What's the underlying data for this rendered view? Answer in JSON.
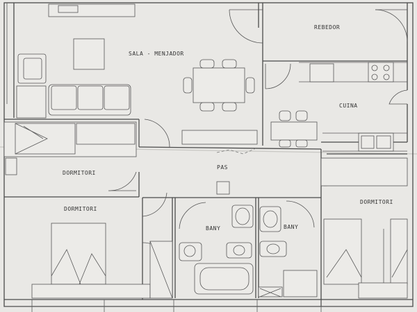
{
  "rooms": {
    "sala": "SALA - MENJADOR",
    "rebedor": "REBEDOR",
    "cuina": "CUINA",
    "dormitori_1": "DORMITORI",
    "pas": "PAS",
    "dormitori_2": "DORMITORI",
    "bany_1": "BANY",
    "bany_2": "BANY",
    "dormitori_3": "DORMITORI"
  },
  "colors": {
    "paper": "#e9e8e5",
    "line": "#4a4a4a",
    "background": "#dcdcda"
  }
}
